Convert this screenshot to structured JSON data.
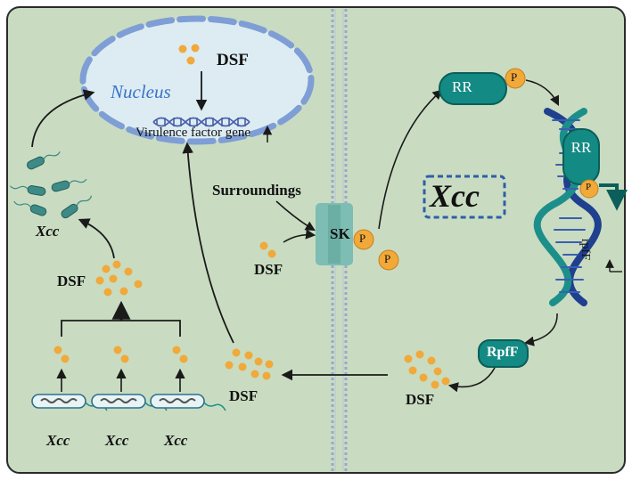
{
  "colors": {
    "background": "#c9dcc1",
    "border": "#2b2b2b",
    "nucleus_fill": "#dcecf2",
    "nucleus_stroke": "#7f9ed6",
    "nucleus_text": "#3b73c9",
    "teal": "#138a84",
    "teal_dark": "#0b5e59",
    "receptor": "#7dbdb3",
    "phosphate": "#f1a93a",
    "dsf_dot": "#f0a93a",
    "dna_blue": "#1f3f8f",
    "dna_teal": "#1c8f8a",
    "membrane": "#98a9c8"
  },
  "icons": [
    "bacterium-icon",
    "dna-helix-icon",
    "nucleus-icon",
    "receptor-icon",
    "phosphate-icon"
  ],
  "labels": {
    "nucleus": "Nucleus",
    "dsf_nucleus": "DSF",
    "virulence_gene": "Virulence factor gene",
    "xcc_left_top": "Xcc",
    "dsf_mid_left": "DSF",
    "xcc_bottom_1": "Xcc",
    "xcc_bottom_2": "Xcc",
    "xcc_bottom_3": "Xcc",
    "dsf_bottom_center": "DSF",
    "surroundings": "Surroundings",
    "dsf_receptor": "DSF",
    "sk": "SK",
    "p1": "P",
    "p2": "P",
    "rr_top": "RR",
    "rr_top_p": "P",
    "rr_dna": "RR",
    "rr_dna_p": "P",
    "xcc_center": "Xcc",
    "rpff_gene": "rpfF",
    "rpff_protein": "RpfF",
    "dsf_bottom_right": "DSF"
  }
}
